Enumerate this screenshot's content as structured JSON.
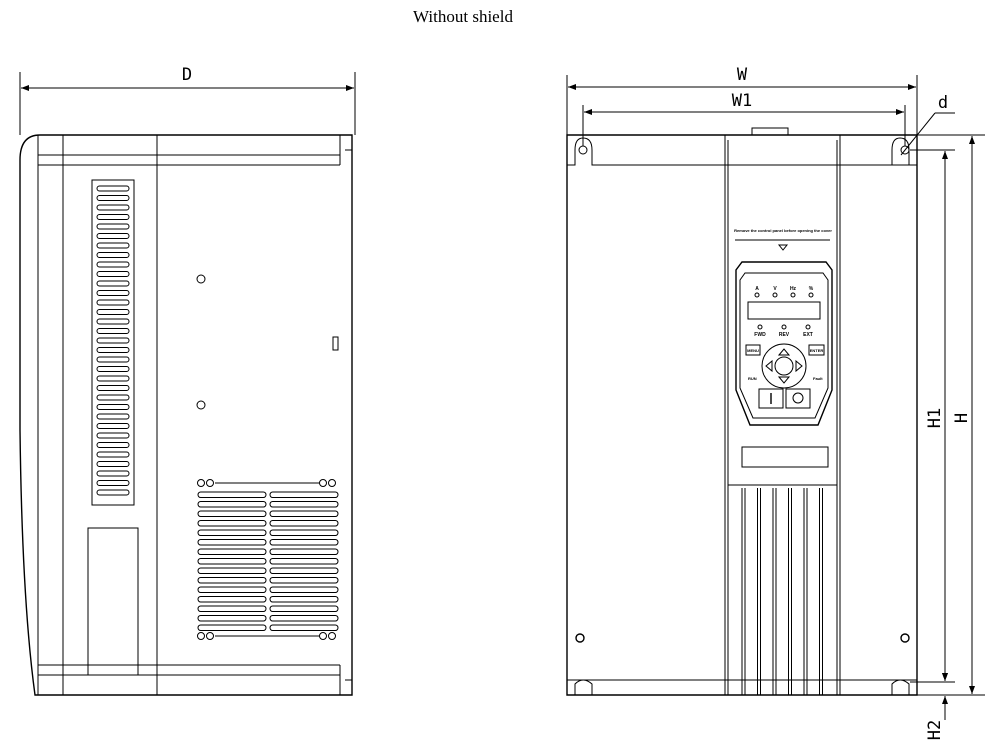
{
  "title": "Without shield",
  "side_view": {
    "depth_label": "D"
  },
  "front_view": {
    "width_label": "W",
    "mount_width_label": "W1",
    "hole_diameter_label": "d",
    "mount_height_label": "H1",
    "height_label": "H",
    "bottom_offset_label": "H2",
    "warning_text": "Remove the control panel before opening the cover",
    "keypad": {
      "units": [
        "A",
        "V",
        "Hz",
        "%"
      ],
      "leds": [
        "FWD",
        "REV",
        "EXT"
      ],
      "menu_label": "MENU",
      "enter_label": "ENTER",
      "run_label": "RUN",
      "fault_label": "Fault"
    }
  }
}
